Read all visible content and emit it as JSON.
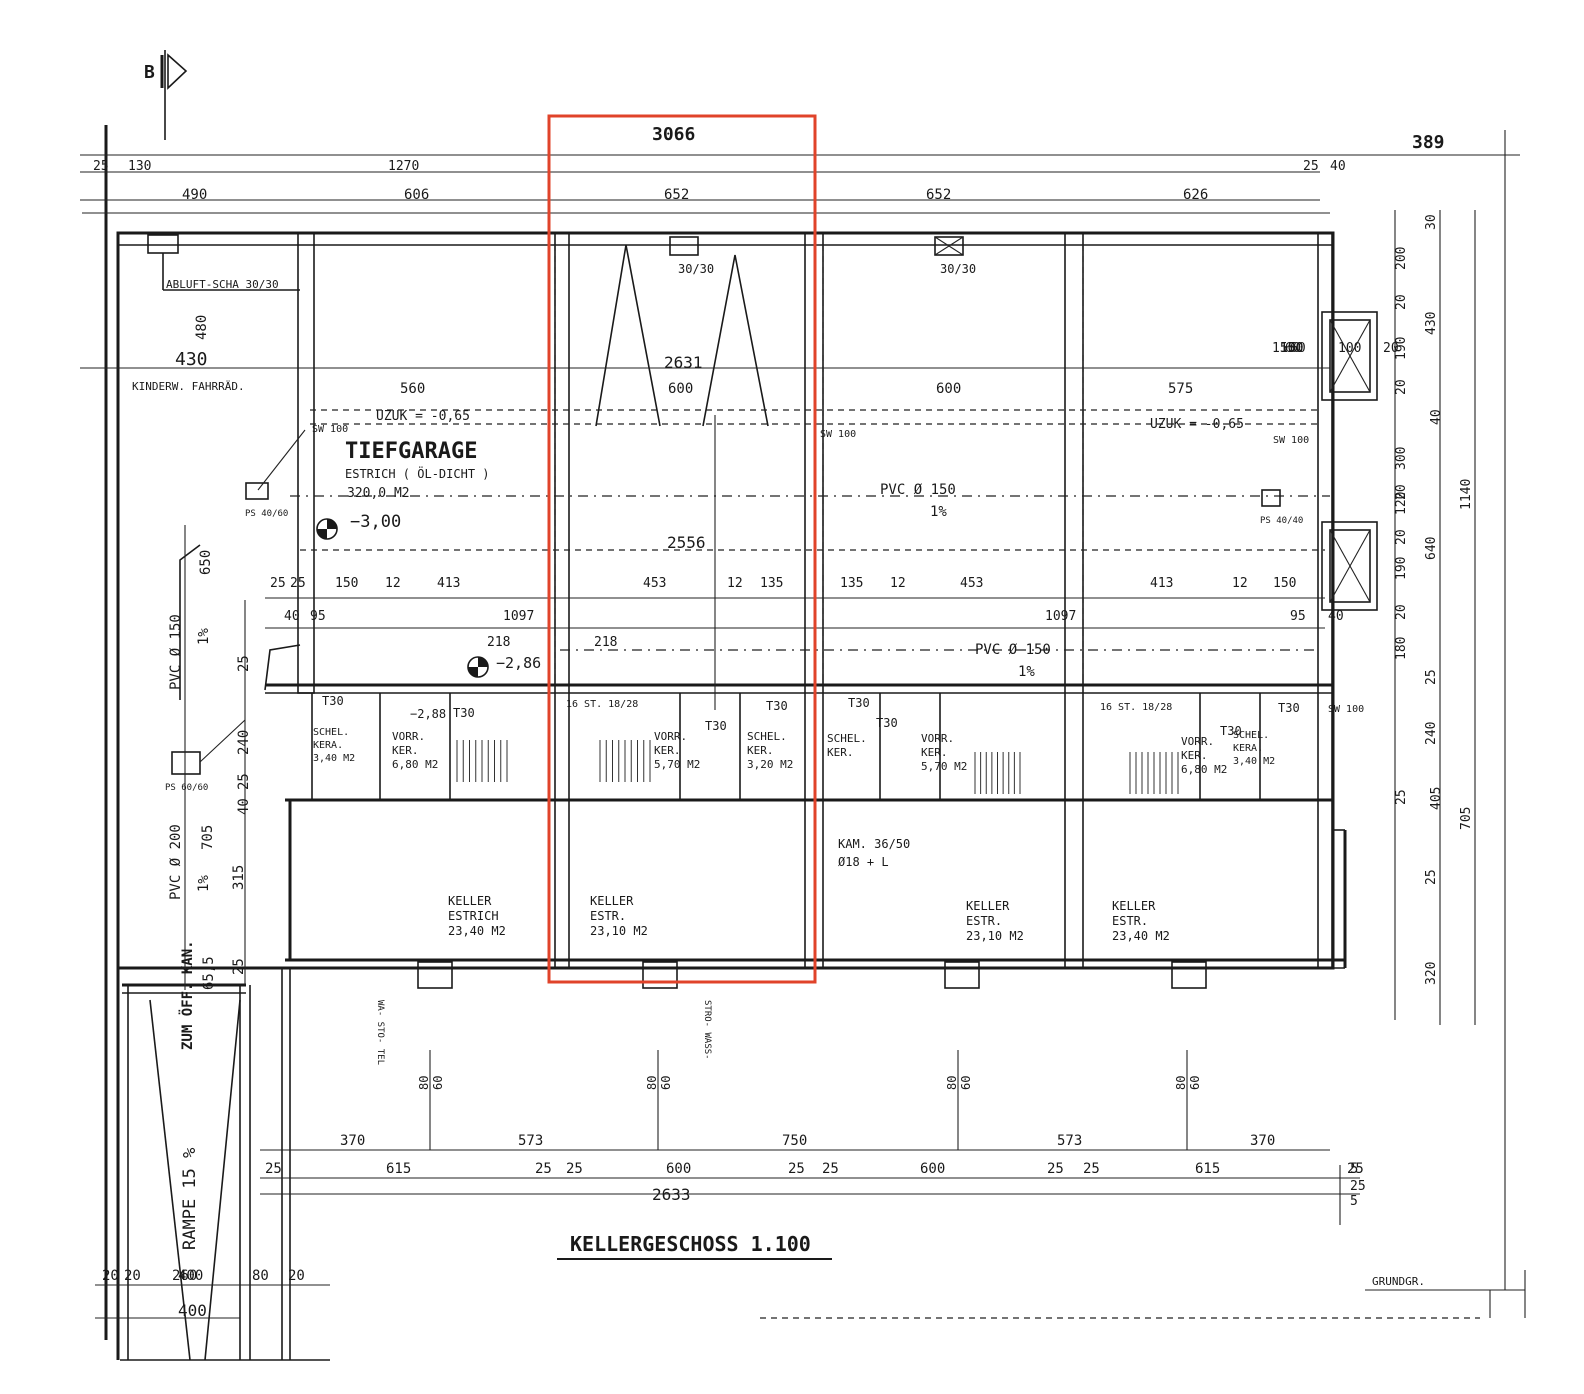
{
  "labels": {
    "section_mark": "B",
    "highlight_width": "3066",
    "total_right": "389",
    "title": "KELLERGESCHOSS   1.100",
    "grundgr": "GRUNDGR.",
    "tiefgarage": "TIEFGARAGE",
    "estrich_oel": "ESTRICH ( ÖL-DICHT )",
    "area_320": "320,0  M2",
    "level_300": "−3,00",
    "level_286": "−2,86",
    "level_288": "−2,88",
    "abluft": "ABLUFT-SCHA 30/30",
    "kinderw": "KINDERW. FAHRRÄD.",
    "uzuk_left": "UZUK = -0,65",
    "uzuk_right": "UZUK = -0,65",
    "pvc_150_a": "PVC  Ø 150",
    "pct_1_a": "1%",
    "pvc_150_b": "PVC  Ø 150",
    "pct_1_b": "1%",
    "pvc_150_left": "PVC Ø 150",
    "pct_1_left": "1%",
    "pvc_200_left": "PVC Ø 200",
    "pct_1_left2": "1%",
    "zum_oeff": "ZUM ÖFF. KAN.",
    "rampe": "RAMPE  15 %",
    "kam": "KAM. 36/50",
    "kam2": "Ø18 + L",
    "d_2631": "2631",
    "d_2556": "2556",
    "d_2633": "2633",
    "d_3030a": "30/30",
    "d_3030b": "30/30",
    "keller1": [
      "KELLER",
      "ESTRICH",
      "23,40 M2"
    ],
    "keller2": [
      "KELLER",
      "ESTR.",
      "23,10 M2"
    ],
    "keller3": [
      "KELLER",
      "ESTR.",
      "23,10 M2"
    ],
    "keller4": [
      "KELLER",
      "ESTR.",
      "23,40 M2"
    ],
    "vorr1": [
      "VORR.",
      "KER.",
      "6,80 M2"
    ],
    "vorr2": [
      "VORR.",
      "KER.",
      "5,70 M2"
    ],
    "vorr3": [
      "VORR.",
      "KER.",
      "5,70 M2"
    ],
    "vorr4": [
      "VORR.",
      "KER.",
      "6,80 M2"
    ],
    "schel1": [
      "SCHEL.",
      "KERA.",
      "3,40 M2"
    ],
    "schel2": [
      "SCHEL.",
      "KER.",
      "3,20 M2"
    ],
    "schel3": [
      "SCHEL.",
      "KER."
    ],
    "schel4": [
      "SCHEL.",
      "KERA.",
      "3,40 M2"
    ],
    "stairs1": "16 ST. 18/28",
    "stairs2": "16 ST. 18/28",
    "wasser": "WA- STO- TEL",
    "strom": "STRO- WASS-",
    "sw100": "SW 100",
    "ps4060": "PS 40/60",
    "ps6060": "PS 60/60",
    "ps4040": "PS 40/40"
  },
  "dims_top1": [
    "25",
    "130",
    "1270",
    "25",
    "40"
  ],
  "dims_top2": [
    "490",
    "606",
    "652",
    "652",
    "626"
  ],
  "dims_row560": [
    "560",
    "600",
    "600",
    "575"
  ],
  "dims_row413": [
    "25",
    "25",
    "150",
    "12",
    "413",
    "453",
    "12",
    "135",
    "135",
    "12",
    "453",
    "413",
    "12",
    "150"
  ],
  "dims_row1097": [
    "40",
    "95",
    "1097",
    "1097",
    "95",
    "40"
  ],
  "dims_row218": [
    "218",
    "218"
  ],
  "dims_bottom1": [
    "370",
    "573",
    "750",
    "573",
    "370"
  ],
  "dims_bottom2": [
    "25",
    "615",
    "25",
    "25",
    "600",
    "25",
    "25",
    "600",
    "25",
    "25",
    "615",
    "25",
    "5"
  ],
  "dims_bottom3": [
    "20",
    "20",
    "260",
    "80",
    "20",
    "400"
  ],
  "dims_right_a": [
    "30",
    "200",
    "20",
    "430",
    "190",
    "20",
    "40",
    "300",
    "20",
    "1140",
    "120",
    "20",
    "190",
    "20",
    "640",
    "180",
    "25",
    "240",
    "25",
    "405",
    "705",
    "25",
    "320",
    "25",
    "5"
  ],
  "dims_right_b": [
    "150",
    "60",
    "100",
    "20",
    "150",
    "60",
    "150"
  ],
  "dims_left": [
    "480",
    "430",
    "650",
    "240",
    "705",
    "25",
    "40",
    "25",
    "315",
    "25",
    "65,5"
  ],
  "dims_t30": [
    "T30",
    "T30",
    "T30",
    "T30",
    "T30",
    "T30",
    "T30",
    "T30"
  ],
  "dims_8060": [
    "80",
    "60"
  ]
}
